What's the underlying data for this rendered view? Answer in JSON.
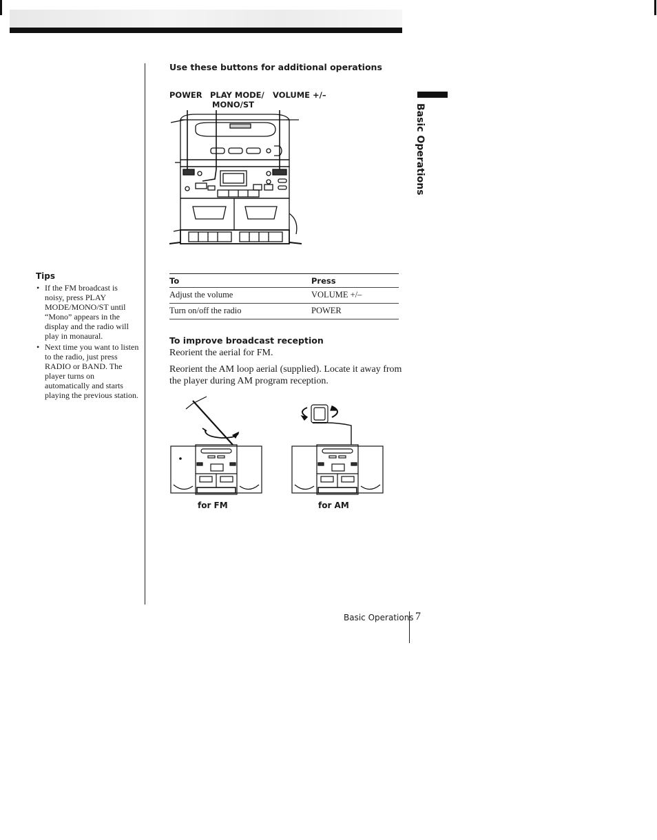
{
  "section_heading": "Use these buttons for additional operations",
  "button_labels": {
    "power": "POWER",
    "play_mode_line1": "PLAY MODE/",
    "play_mode_line2": "MONO/ST",
    "volume": "VOLUME +/–"
  },
  "tips": {
    "title": "Tips",
    "items": [
      "If the FM broadcast is noisy, press PLAY MODE/MONO/ST until “Mono” appears in the display and the radio will play in monaural.",
      "Next time you want to listen to the radio, just press RADIO or BAND. The player turns on automatically and starts playing the previous station."
    ]
  },
  "table": {
    "headers": [
      "To",
      "Press"
    ],
    "rows": [
      [
        "Adjust the volume",
        "VOLUME +/–"
      ],
      [
        "Turn on/off the radio",
        "POWER"
      ]
    ]
  },
  "improve": {
    "heading": "To improve broadcast reception",
    "p1": "Reorient the aerial for FM.",
    "p2": "Reorient the AM loop aerial (supplied). Locate it away from the player during AM program reception."
  },
  "figure_captions": {
    "fm": "for FM",
    "am": "for AM"
  },
  "side_tab": "Basic Operations",
  "footer": {
    "label": "Basic Operations",
    "page_number": "7"
  }
}
